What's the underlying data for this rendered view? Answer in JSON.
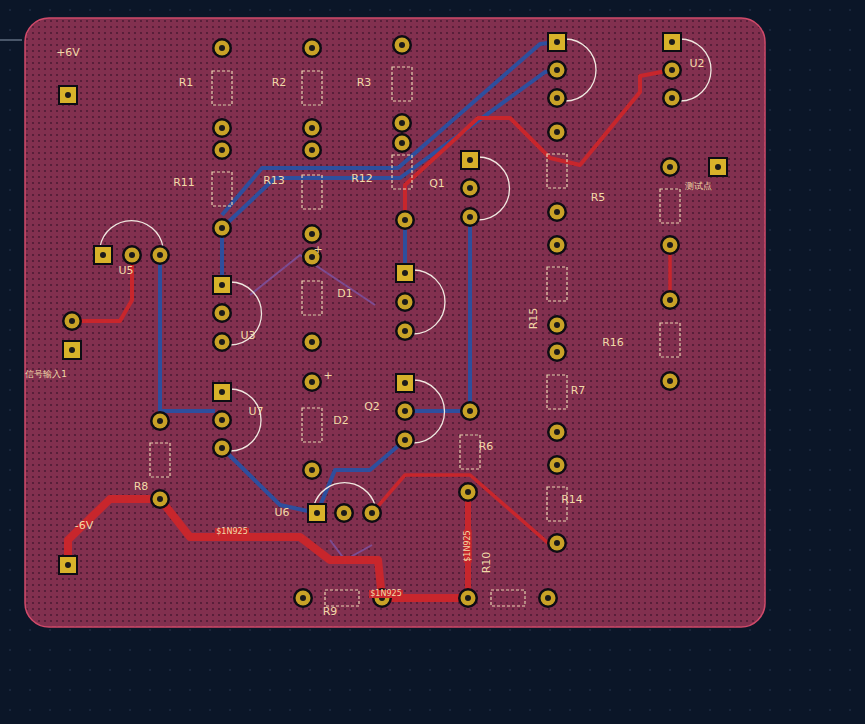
{
  "diagram": {
    "labels": [
      "+6V",
      "R1",
      "R2",
      "R3",
      "R11",
      "R13",
      "R12",
      "Q1",
      "U2",
      "测试点",
      "R5",
      "U5",
      "U3",
      "D1",
      "R15",
      "R16",
      "信号输入1",
      "U7",
      "Q2",
      "D2",
      "R6",
      "R7",
      "R14",
      "U6",
      "R8",
      "-6V",
      "$1N925",
      "$1N925",
      "$1N925",
      "R10",
      "R9",
      "+",
      "+"
    ]
  }
}
